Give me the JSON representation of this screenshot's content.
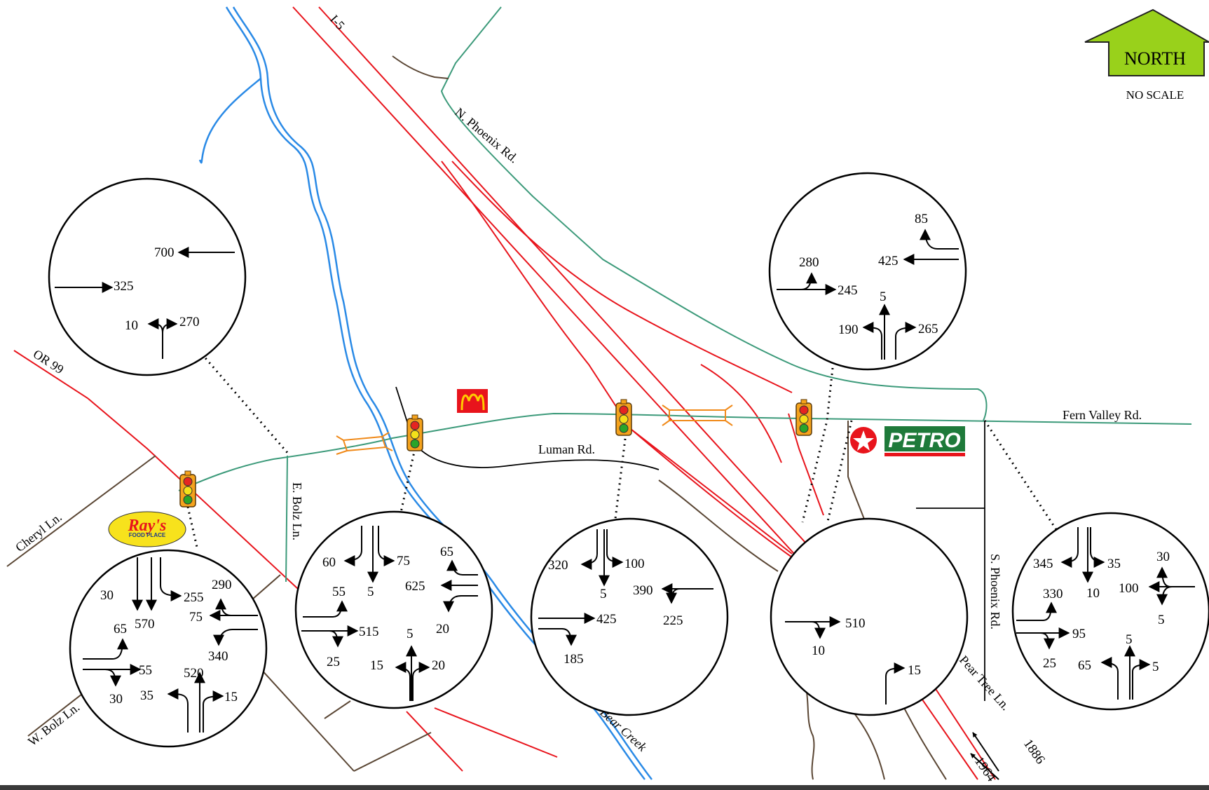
{
  "north": {
    "label": "NORTH",
    "scale": "NO SCALE"
  },
  "roads": {
    "i5": "I-5",
    "n_phoenix": "N. Phoenix Rd.",
    "or99": "OR 99",
    "fern_valley": "Fern Valley Rd.",
    "luman": "Luman Rd.",
    "e_bolz": "E. Bolz Ln.",
    "cheryl": "Cheryl Ln.",
    "w_bolz": "W. Bolz Ln.",
    "s_phoenix": "S. Phoenix Rd.",
    "pear_tree": "Pear Tree Ln.",
    "bear_creek": "Bear Creek"
  },
  "landmarks": {
    "petro": "PETRO",
    "rays_top": "Ray's",
    "rays_bottom": "FOOD PLACE"
  },
  "freeway_volumes": {
    "northbound": "1886",
    "southbound": "1964"
  },
  "colors": {
    "freeway": "#e8141c",
    "collector": "#3c9a7a",
    "local": "#5a4634",
    "creek": "#2a8ae6",
    "bridge": "#f08a1a",
    "north_arrow": "#99d11b",
    "petro": "#1e7a3a"
  },
  "circles": {
    "c1": {
      "wb": "700",
      "eb": "325",
      "nb_left": "10",
      "nb_right": "270"
    },
    "c2": {
      "sb_right": "30",
      "sb_thru": "570",
      "sb_left": "255",
      "wb_right": "290",
      "wb_thru": "75",
      "wb_left": "340",
      "eb_left": "65",
      "eb_thru": "55",
      "eb_right": "30",
      "nb_left": "35",
      "nb_thru": "520",
      "nb_right": "15"
    },
    "c3": {
      "sb_right": "60",
      "sb_thru": "5",
      "sb_left": "75",
      "wb_right": "65",
      "wb_thru": "625",
      "wb_left": "20",
      "eb_left": "55",
      "eb_thru": "515",
      "eb_right": "25",
      "nb_left": "15",
      "nb_thru": "5",
      "nb_right": "20"
    },
    "c4": {
      "sb_right": "320",
      "sb_thru": "5",
      "sb_left": "100",
      "wb_thru": "390",
      "wb_left": "225",
      "eb_thru": "425",
      "eb_right": "185"
    },
    "c5": {
      "eb_thru": "510",
      "eb_right": "10",
      "nb_right": "15"
    },
    "c6": {
      "wb_right": "85",
      "wb_thru": "425",
      "eb_left": "280",
      "eb_thru": "245",
      "nb_thru": "5",
      "nb_left": "190",
      "nb_right": "265"
    },
    "c7": {
      "sb_right": "345",
      "sb_thru": "10",
      "sb_left": "35",
      "wb_right": "30",
      "wb_thru": "100",
      "wb_left": "5",
      "eb_left": "330",
      "eb_thru": "95",
      "eb_right": "25",
      "nb_left": "65",
      "nb_thru": "5",
      "nb_right": "5"
    }
  }
}
